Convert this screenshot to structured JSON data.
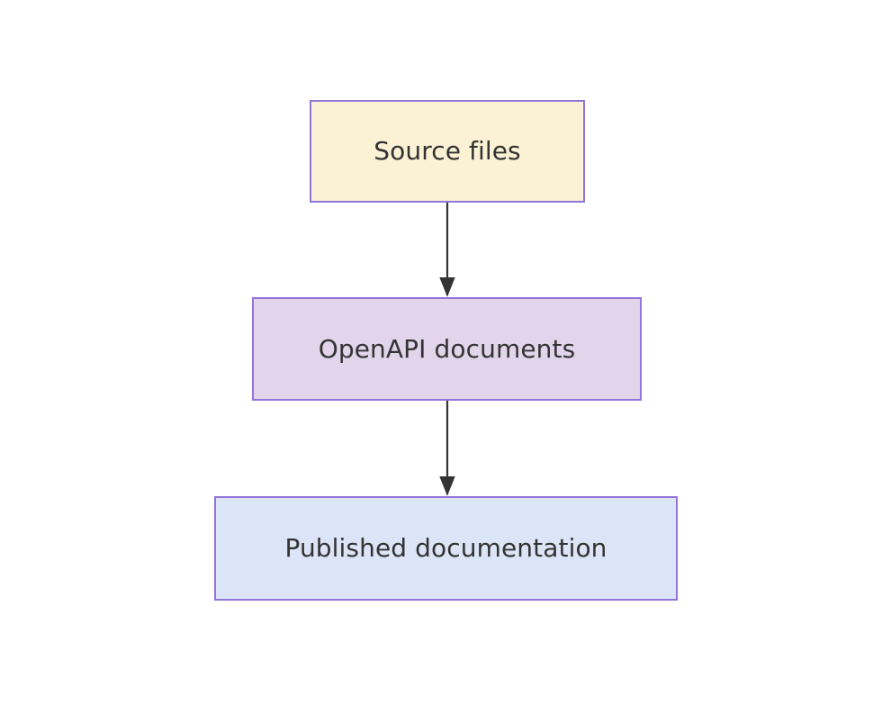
{
  "diagram": {
    "type": "flowchart",
    "direction": "top-to-bottom",
    "background_color": "#ffffff",
    "nodes": [
      {
        "id": "source-files",
        "label": "Source files",
        "fill_color": "#fbf1d4",
        "border_color": "#9374db",
        "text_color": "#333333"
      },
      {
        "id": "openapi-documents",
        "label": "OpenAPI documents",
        "fill_color": "#e2d5eb",
        "border_color": "#9374db",
        "text_color": "#333333"
      },
      {
        "id": "published-documentation",
        "label": "Published documentation",
        "fill_color": "#dce5f7",
        "border_color": "#9374db",
        "text_color": "#333333"
      }
    ],
    "edges": [
      {
        "id": "edge-source-to-openapi",
        "from": "source-files",
        "to": "openapi-documents",
        "label": "",
        "arrowhead": "solid-triangle",
        "color": "#333333"
      },
      {
        "id": "edge-openapi-to-published",
        "from": "openapi-documents",
        "to": "published-documentation",
        "label": "",
        "arrowhead": "solid-triangle",
        "color": "#333333"
      }
    ]
  }
}
